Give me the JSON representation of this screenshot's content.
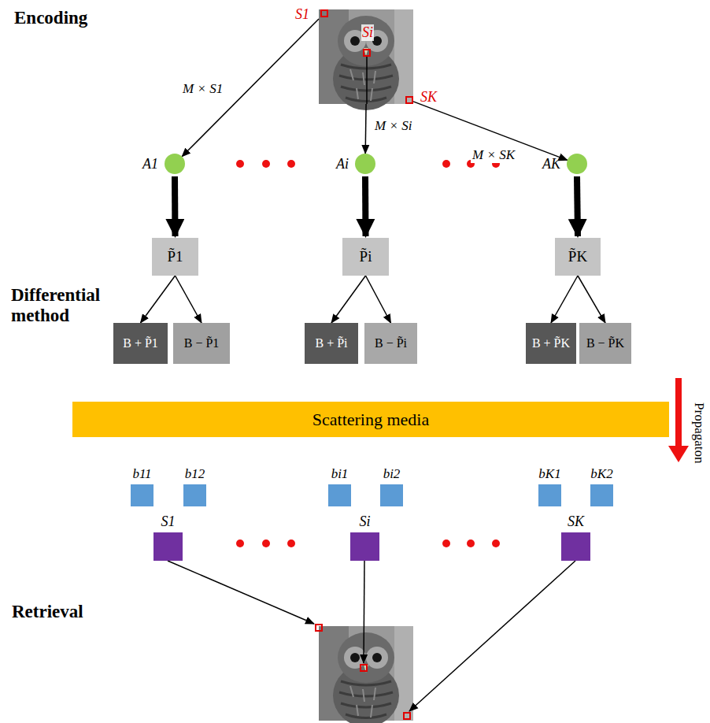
{
  "diagram": {
    "nodes": [
      {
        "text": [
          "S1",
          "Si",
          "SK"
        ]
      },
      {
        "text": [
          "A1"
        ]
      },
      {
        "text": [
          "Ai"
        ]
      },
      {
        "text": [
          "AK"
        ]
      },
      {
        "text": [
          "P̃1"
        ]
      },
      {
        "text": [
          "P̃i"
        ]
      },
      {
        "text": [
          "P̃K"
        ]
      },
      {
        "text": [
          "B + P̃1"
        ]
      },
      {
        "text": [
          "B − P̃1"
        ]
      },
      {
        "text": [
          "B + P̃i"
        ]
      },
      {
        "text": [
          "B − P̃i"
        ]
      },
      {
        "text": [
          "B + P̃K"
        ]
      },
      {
        "text": [
          "B − P̃K"
        ]
      },
      {
        "text": [
          "Scattering media"
        ]
      },
      {
        "text": [
          "b11"
        ]
      },
      {
        "text": [
          "b12"
        ]
      },
      {
        "text": [
          "bi1"
        ]
      },
      {
        "text": [
          "bi2"
        ]
      },
      {
        "text": [
          "bK1"
        ]
      },
      {
        "text": [
          "bK2"
        ]
      },
      {
        "text": [
          "S1"
        ]
      },
      {
        "text": [
          "Si"
        ]
      },
      {
        "text": [
          "SK"
        ]
      }
    ],
    "edges": [
      {
        "from": 0,
        "to": 1,
        "label": "M × S1",
        "arrow": "to"
      },
      {
        "from": 0,
        "to": 2,
        "label": "M × Si",
        "arrow": "to"
      },
      {
        "from": 0,
        "to": 3,
        "label": "M × SK",
        "arrow": "to"
      },
      {
        "from": 1,
        "to": 4,
        "arrow": "to"
      },
      {
        "from": 2,
        "to": 5,
        "arrow": "to"
      },
      {
        "from": 3,
        "to": 6,
        "arrow": "to"
      },
      {
        "from": 4,
        "to": 7,
        "arrow": "to"
      },
      {
        "from": 4,
        "to": 8,
        "arrow": "to"
      },
      {
        "from": 5,
        "to": 9,
        "arrow": "to"
      },
      {
        "from": 5,
        "to": 10,
        "arrow": "to"
      },
      {
        "from": 6,
        "to": 11,
        "arrow": "to"
      },
      {
        "from": 6,
        "to": 12,
        "arrow": "to"
      }
    ],
    "labels": [
      "Encoding",
      "Differential method",
      "Retrieval",
      "Propagaton"
    ]
  }
}
